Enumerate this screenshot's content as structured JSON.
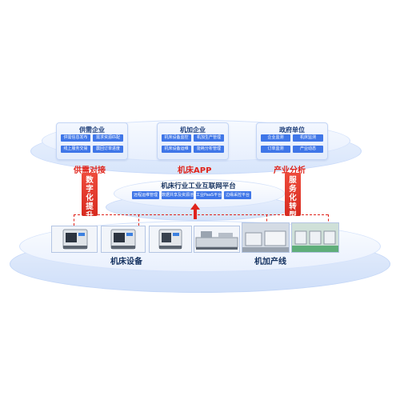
{
  "top_groups": [
    {
      "title": "供需企业",
      "items": [
        "供需信息发布",
        "需求资源匹配",
        "线上服务交易",
        "震回订单进度"
      ]
    },
    {
      "title": "机加企业",
      "items": [
        "机床设备监控",
        "机加生产管理",
        "机床设备运维",
        "能耗分析管理"
      ]
    },
    {
      "title": "政府单位",
      "items": [
        "企业监测",
        "机床监测",
        "订单监测",
        "产业动态"
      ]
    }
  ],
  "top_labels": {
    "left": "供需对接",
    "center": "机床APP",
    "right": "产业分析"
  },
  "platform": {
    "title": "机床行业工业互联网平台",
    "items": [
      "远程运维管理",
      "数据共享及资源池",
      "工业PaaS平台",
      "边缘采控平台"
    ]
  },
  "side_bars": {
    "left": "数字化提升",
    "right": "服务化转型"
  },
  "bottom_labels": {
    "left": "机床设备",
    "right": "机加产线"
  },
  "colors": {
    "accent_red": "#e0241b",
    "chip_blue": "#3f76e8",
    "title_navy": "#1f3f7a"
  }
}
